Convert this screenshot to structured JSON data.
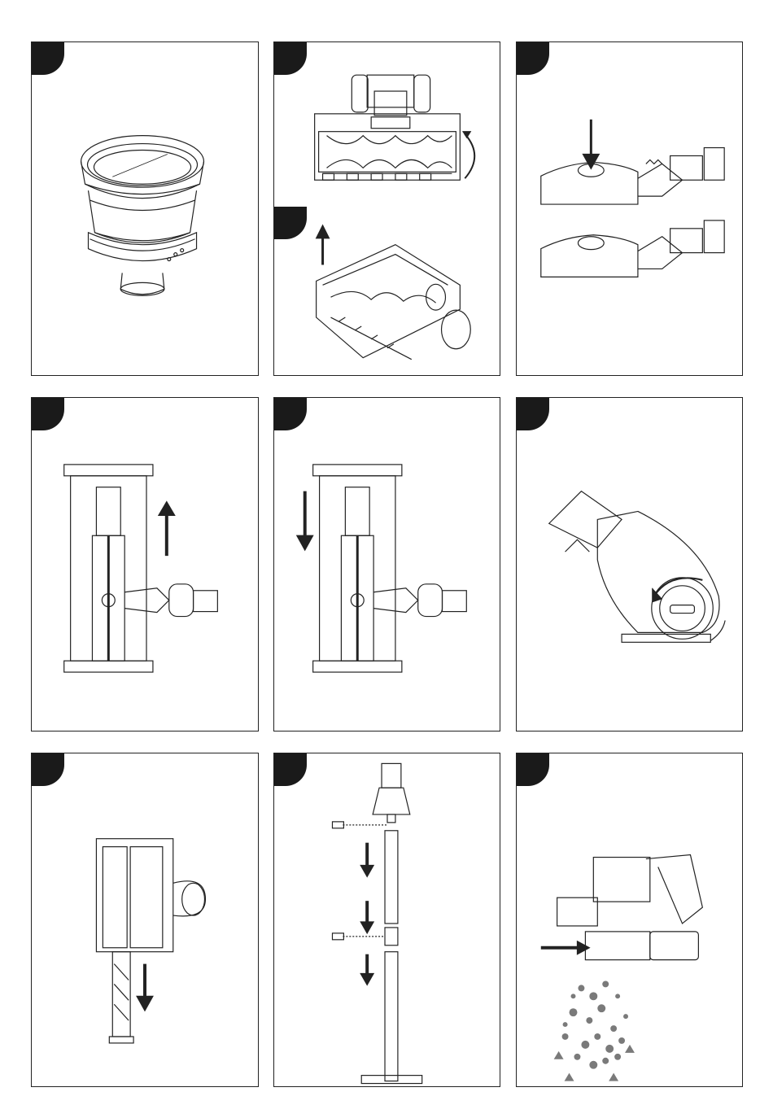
{
  "document": {
    "type": "illustrated-maintenance-steps",
    "panel_count": 9,
    "columns": 3,
    "rows": 3,
    "tab_color": "#1a1a1a",
    "line_color": "#222222",
    "dust_color": "#7a7a7a"
  },
  "panels": [
    {
      "id": "filter-cup",
      "illustration": "cyclone-filter-cup"
    },
    {
      "id": "brush-roll-open",
      "illustration": "floor-head-underside-and-lift"
    },
    {
      "id": "nozzle-release",
      "illustration": "floor-nozzle-release-button"
    },
    {
      "id": "head-slide-up",
      "illustration": "floor-head-top-view-arrow-up"
    },
    {
      "id": "head-slide-down",
      "illustration": "floor-head-top-view-arrow-down"
    },
    {
      "id": "motor-head-cap",
      "illustration": "motor-head-cap-rotate"
    },
    {
      "id": "brush-remove",
      "illustration": "mini-brush-roll-pull-out"
    },
    {
      "id": "tube-assembly",
      "illustration": "tube-assembly-exploded"
    },
    {
      "id": "dust-empty",
      "illustration": "handheld-dust-bin-empty"
    }
  ]
}
